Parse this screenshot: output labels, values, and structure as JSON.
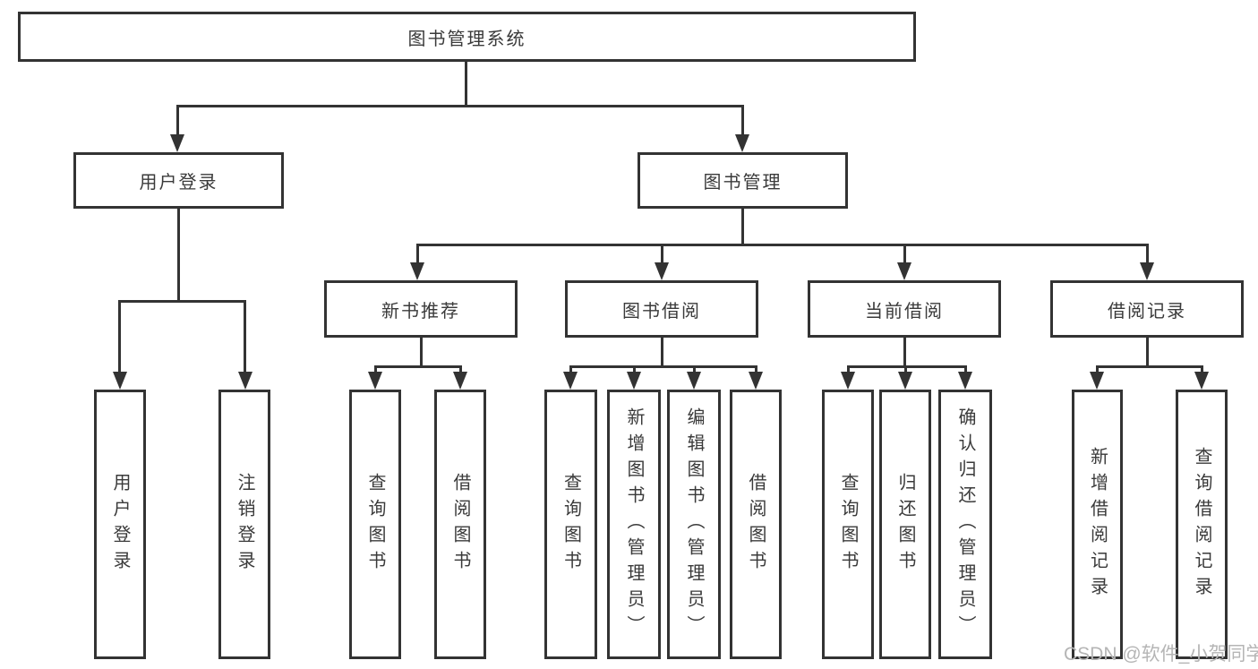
{
  "diagram": {
    "root": {
      "label": "图书管理系统"
    },
    "branches": [
      {
        "label": "用户登录",
        "children": [
          {
            "label": "用户登录"
          },
          {
            "label": "注销登录"
          }
        ]
      },
      {
        "label": "图书管理",
        "children": [
          {
            "label": "新书推荐",
            "children": [
              {
                "label": "查询图书"
              },
              {
                "label": "借阅图书"
              }
            ]
          },
          {
            "label": "图书借阅",
            "children": [
              {
                "label": "查询图书"
              },
              {
                "label": "新增图书（管理员）"
              },
              {
                "label": "编辑图书（管理员）"
              },
              {
                "label": "借阅图书"
              }
            ]
          },
          {
            "label": "当前借阅",
            "children": [
              {
                "label": "查询图书"
              },
              {
                "label": "归还图书"
              },
              {
                "label": "确认归还（管理员）"
              }
            ]
          },
          {
            "label": "借阅记录",
            "children": [
              {
                "label": "新增借阅记录"
              },
              {
                "label": "查询借阅记录"
              }
            ]
          }
        ]
      }
    ]
  },
  "watermark": {
    "text": "CSDN @软件_小贺同学"
  },
  "colors": {
    "line": "#333333",
    "text": "#3a3a3a",
    "box_bg": "#ffffff",
    "background": "#ffffff",
    "watermark": "#b5b5b5"
  }
}
